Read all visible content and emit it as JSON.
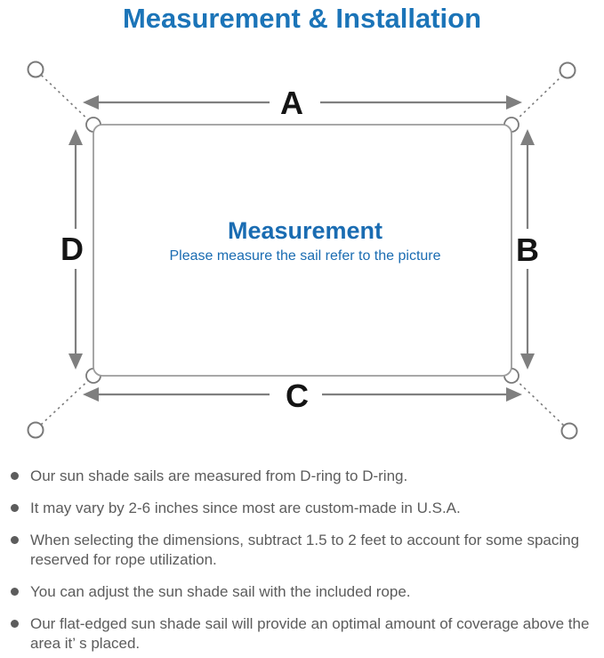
{
  "page": {
    "title": "Measurement & Installation"
  },
  "diagram": {
    "label_a": "A",
    "label_b": "B",
    "label_c": "C",
    "label_d": "D",
    "center_title": "Measurement",
    "center_subtitle": "Please measure the sail refer to the picture"
  },
  "notes": {
    "items": [
      {
        "text": "Our sun shade sails are measured from D-ring to D-ring."
      },
      {
        "text": "It may vary by 2-6 inches since most are custom-made in U.S.A."
      },
      {
        "text": "When selecting the dimensions, subtract 1.5 to 2 feet to account for some spacing reserved for rope utilization."
      },
      {
        "text": "You can adjust the sun shade sail with the included rope."
      },
      {
        "text": "Our flat-edged sun shade sail will provide an optimal amount of coverage above the area it’ s placed."
      }
    ]
  },
  "colors": {
    "title_blue": "#1b74b8",
    "center_blue": "#1a6cb2",
    "dimension_gray": "#7f7f7f",
    "outline_gray": "#9c9c9c",
    "label_black": "#141414",
    "body_text_gray": "#5c5c5c"
  }
}
